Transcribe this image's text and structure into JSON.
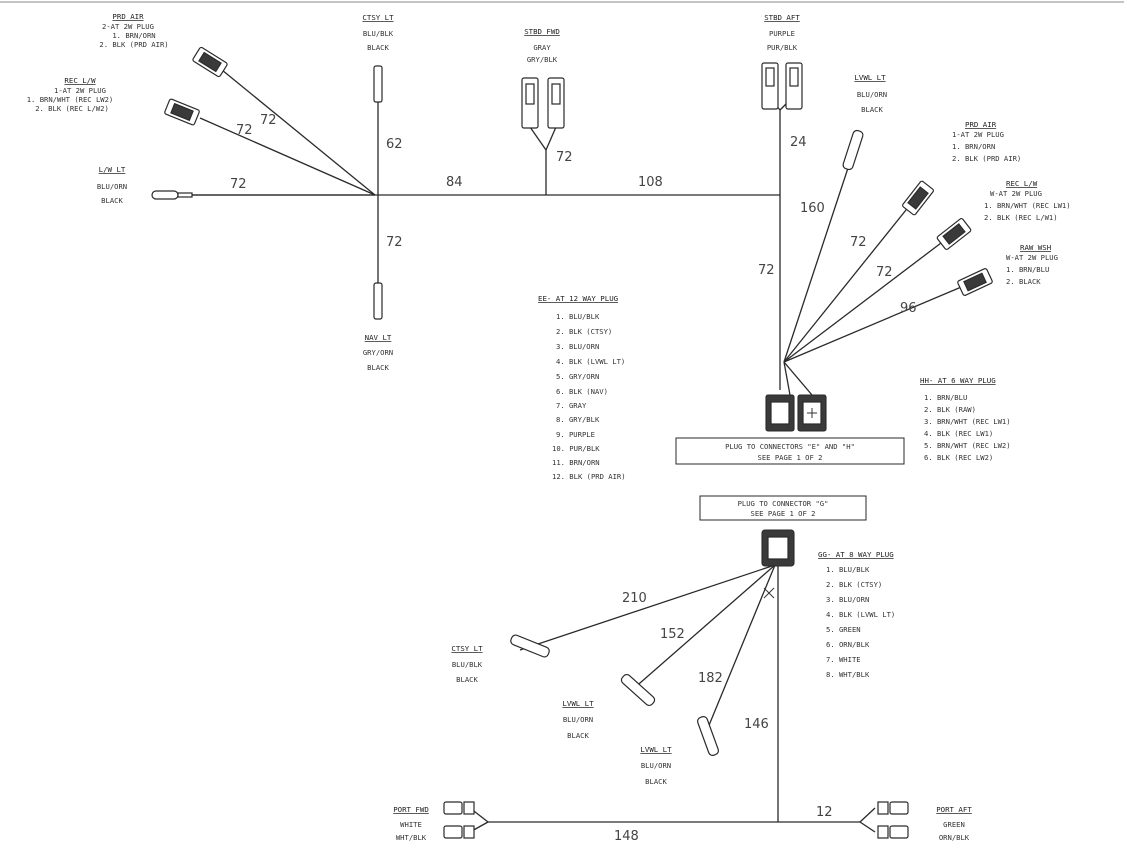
{
  "top_left_labels": {
    "prd_air_1": {
      "title": "PRD AIR",
      "lines": [
        "2-AT 2W PLUG",
        "1. BRN/ORN",
        "2. BLK (PRD AIR)"
      ]
    },
    "rec_lw": {
      "title": "REC L/W",
      "lines": [
        "1-AT 2W PLUG",
        "1. BRN/WHT (REC LW2)",
        "2. BLK (REC L/W2)"
      ]
    },
    "lw_lt": {
      "title": "L/W LT",
      "lines": [
        "BLU/ORN",
        "BLACK"
      ]
    },
    "ctsy_lt_top": {
      "title": "CTSY LT",
      "lines": [
        "BLU/BLK",
        "BLACK"
      ]
    },
    "nav_lt": {
      "title": "NAV LT",
      "lines": [
        "GRY/ORN",
        "BLACK"
      ]
    },
    "stbd_fwd": {
      "title": "STBD FWD",
      "lines": [
        "GRAY",
        "GRY/BLK"
      ]
    },
    "stbd_aft": {
      "title": "STBD AFT",
      "lines": [
        "PURPLE",
        "PUR/BLK"
      ]
    },
    "lvwl_lt_top": {
      "title": "LVWL LT",
      "lines": [
        "BLU/ORN",
        "BLACK"
      ]
    }
  },
  "right_labels": {
    "prd_air_2": {
      "title": "PRD AIR",
      "lines": [
        "1-AT 2W PLUG",
        "1. BRN/ORN",
        "2. BLK (PRD AIR)"
      ]
    },
    "rec_lw_2": {
      "title": "REC L/W",
      "lines": [
        "W-AT 2W PLUG",
        "1. BRN/WHT (REC LW1)",
        "2. BLK (REC L/W1)"
      ]
    },
    "raw_wsh": {
      "title": "RAW WSH",
      "lines": [
        "W-AT 2W PLUG",
        "1. BRN/BLU",
        "2. BLACK"
      ]
    }
  },
  "wire_lengths": {
    "prd_air_1": "72",
    "rec_lw": "72",
    "lw_lt": "72",
    "ctsy_top": "62",
    "nav": "72",
    "trunk_a": "84",
    "trunk_b": "108",
    "stbd_fwd": "72",
    "stbd_aft": "24",
    "lvwl_top": "160",
    "prd_air_2": "72",
    "rec_lw_2": "72",
    "raw_wsh": "96",
    "down": "72",
    "ctsy_bot": "210",
    "lvwl_mid": "152",
    "lvwl_bot": "182",
    "port_trunk": "146",
    "port_fwd": "148",
    "port_aft": "12"
  },
  "ee_plug": {
    "title": "EE- AT 12 WAY PLUG",
    "items": [
      "1. BLU/BLK",
      "2. BLK (CTSY)",
      "3. BLU/ORN",
      "4. BLK (LVWL LT)",
      "5. GRY/ORN",
      "6. BLK (NAV)",
      "7. GRAY",
      "8. GRY/BLK",
      "9. PURPLE",
      "10. PUR/BLK",
      "11. BRN/ORN",
      "12. BLK (PRD AIR)"
    ]
  },
  "hh_plug": {
    "title": "HH- AT 6 WAY PLUG",
    "items": [
      "1. BRN/BLU",
      "2. BLK (RAW)",
      "3. BRN/WHT (REC LW1)",
      "4. BLK (REC LW1)",
      "5. BRN/WHT (REC LW2)",
      "6. BLK (REC LW2)"
    ]
  },
  "gg_plug": {
    "title": "GG- AT 8 WAY PLUG",
    "items": [
      "1. BLU/BLK",
      "2. BLK (CTSY)",
      "3. BLU/ORN",
      "4. BLK (LVWL LT)",
      "5. GREEN",
      "6. ORN/BLK",
      "7. WHITE",
      "8. WHT/BLK"
    ]
  },
  "plug_box_eh": {
    "line1": "PLUG TO CONNECTORS \"E\" AND \"H\"",
    "line2": "SEE PAGE 1 OF 2"
  },
  "plug_box_g": {
    "line1": "PLUG TO CONNECTOR \"G\"",
    "line2": "SEE PAGE 1 OF 2"
  },
  "bottom_labels": {
    "ctsy_lt_bot": {
      "title": "CTSY LT",
      "lines": [
        "BLU/BLK",
        "BLACK"
      ]
    },
    "lvwl_lt_mid": {
      "title": "LVWL LT",
      "lines": [
        "BLU/ORN",
        "BLACK"
      ]
    },
    "lvwl_lt_bot": {
      "title": "LVWL LT",
      "lines": [
        "BLU/ORN",
        "BLACK"
      ]
    },
    "port_fwd": {
      "title": "PORT FWD",
      "lines": [
        "WHITE",
        "WHT/BLK"
      ]
    },
    "port_aft": {
      "title": "PORT AFT",
      "lines": [
        "GREEN",
        "ORN/BLK"
      ]
    }
  }
}
